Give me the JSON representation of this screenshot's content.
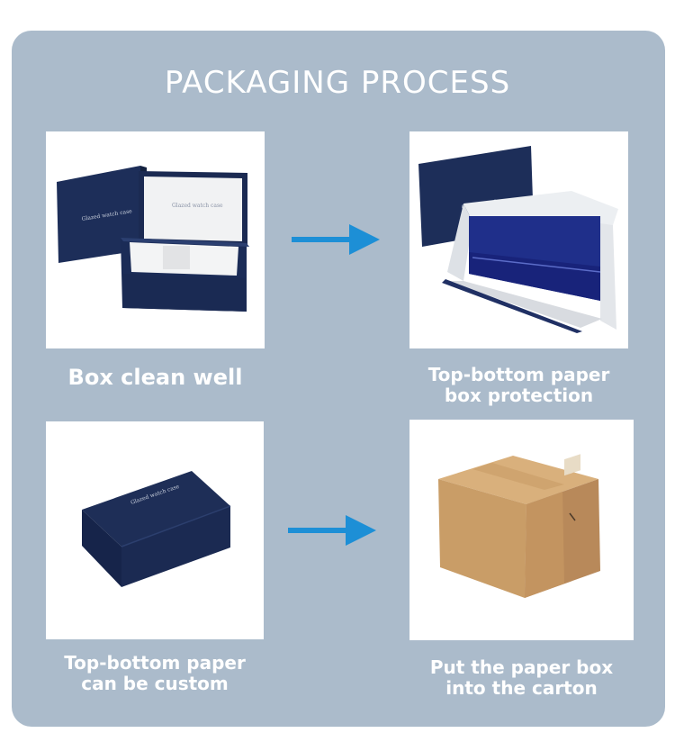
{
  "title": "PACKAGING PROCESS",
  "steps": [
    {
      "caption_lines": [
        "Box clean well"
      ]
    },
    {
      "caption_lines": [
        "Top-bottom paper",
        "box protection"
      ]
    },
    {
      "caption_lines": [
        "Top-bottom paper",
        "can be custom"
      ]
    },
    {
      "caption_lines": [
        "Put the paper box",
        "into the carton"
      ]
    }
  ],
  "box_print": "Glazed watch case",
  "colors": {
    "panel": "#abbbcb",
    "arrow": "#1d8fd6",
    "box": "#1b2c57",
    "carton": "#c99d67"
  }
}
